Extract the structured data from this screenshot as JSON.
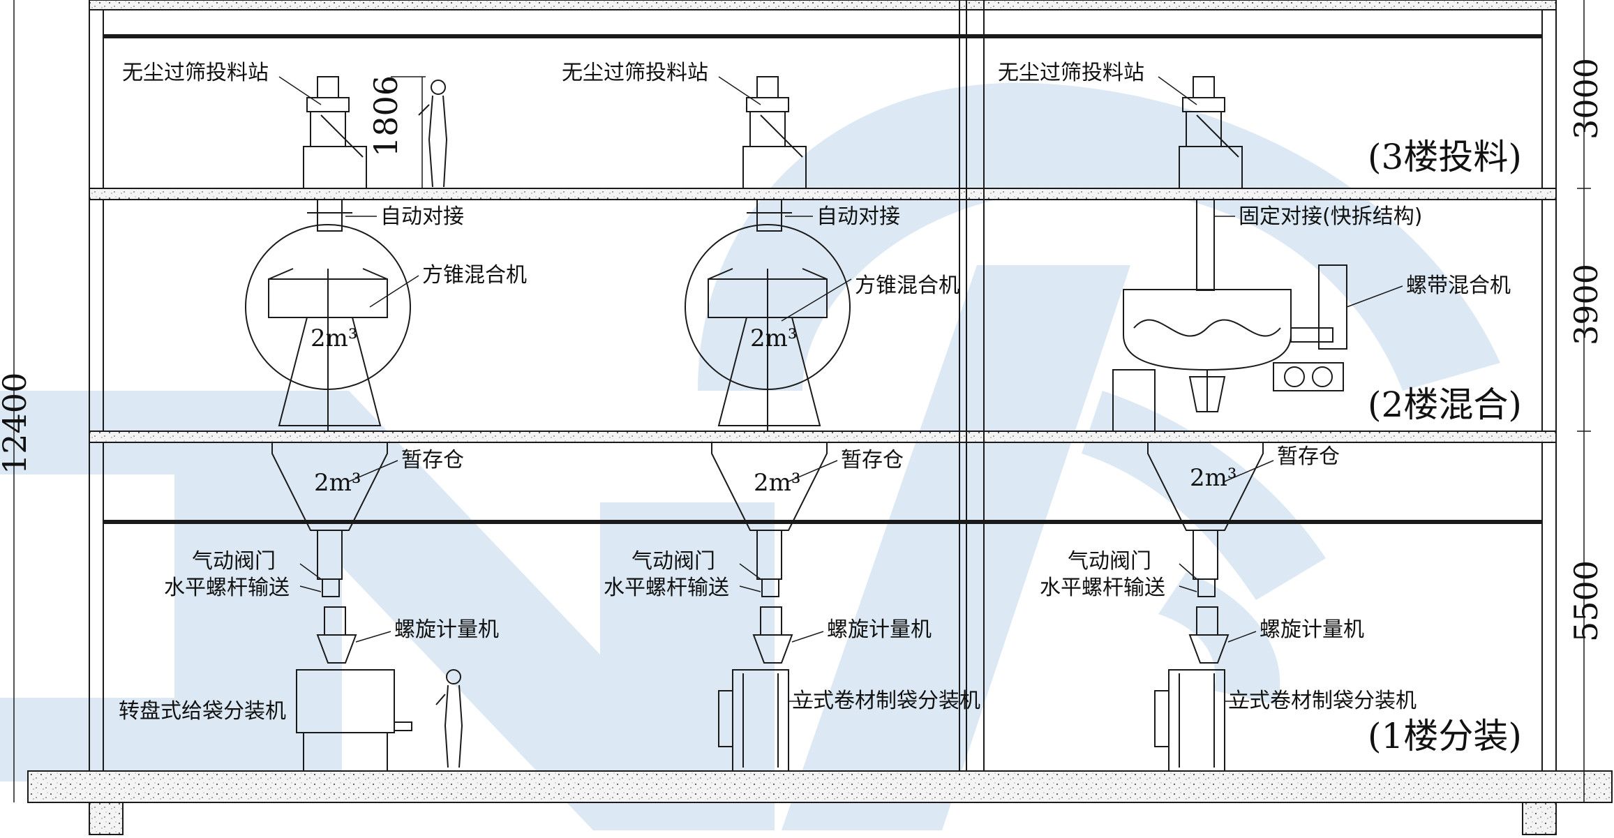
{
  "colors": {
    "watermark": "#dce9f4",
    "line": "#1a1a1a",
    "slab_fill": "#f2f2f2"
  },
  "dimensions": {
    "total": "12400",
    "floor3": "3000",
    "floor2": "3900",
    "floor1": "5500",
    "station_height": "1806"
  },
  "floors": {
    "f3": "(3楼投料)",
    "f2": "(2楼混合)",
    "f1": "(1楼分装)"
  },
  "labels": {
    "dust_free_station": "无尘过筛投料站",
    "auto_docking": "自动对接",
    "fixed_docking": "固定对接(快拆结构)",
    "cone_mixer": "方锥混合机",
    "ribbon_mixer": "螺带混合机",
    "buffer_bin": "暂存仓",
    "pneumatic_valve": "气动阀门",
    "screw_conveyor": "水平螺杆输送",
    "auger_filler": "螺旋计量机",
    "rotary_packer": "转盘式给袋分装机",
    "vertical_packer": "立式卷材制袋分装机",
    "volume": "2m³"
  }
}
